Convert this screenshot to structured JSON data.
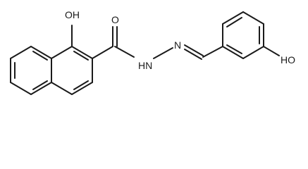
{
  "molecule": {
    "labels": {
      "naphthol_hydroxyl": "OH",
      "carbonyl_oxygen": "O",
      "amide_nh": "HN",
      "imine_n": "N",
      "phenol_hydroxyl": "HO"
    }
  },
  "colors": {
    "bond": "#1a1a1a",
    "background": "#ffffff"
  }
}
